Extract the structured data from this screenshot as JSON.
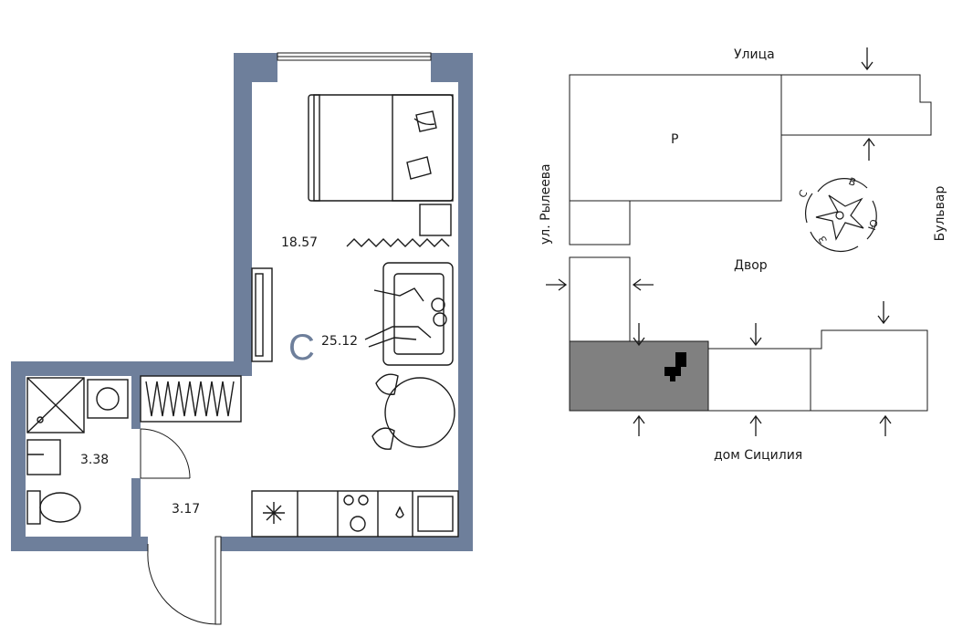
{
  "floorplan": {
    "apartment_type": "C",
    "total_area": "25.12",
    "room_area": "18.57",
    "bathroom_area": "3.38",
    "hall_area": "3.17"
  },
  "site_plan": {
    "street_top": "Улица",
    "street_left": "ул. Рылеева",
    "street_right": "Бульвар",
    "courtyard": "Двор",
    "parking": "Р",
    "building_name": "дом Сицилия",
    "compass": {
      "north": "С",
      "east": "В",
      "south": "Ю",
      "west": "З"
    }
  },
  "colors": {
    "wall": "#6e7f9b",
    "line": "#1a1a1a",
    "highlight": "#808080",
    "apartment_marker": "#000000"
  }
}
